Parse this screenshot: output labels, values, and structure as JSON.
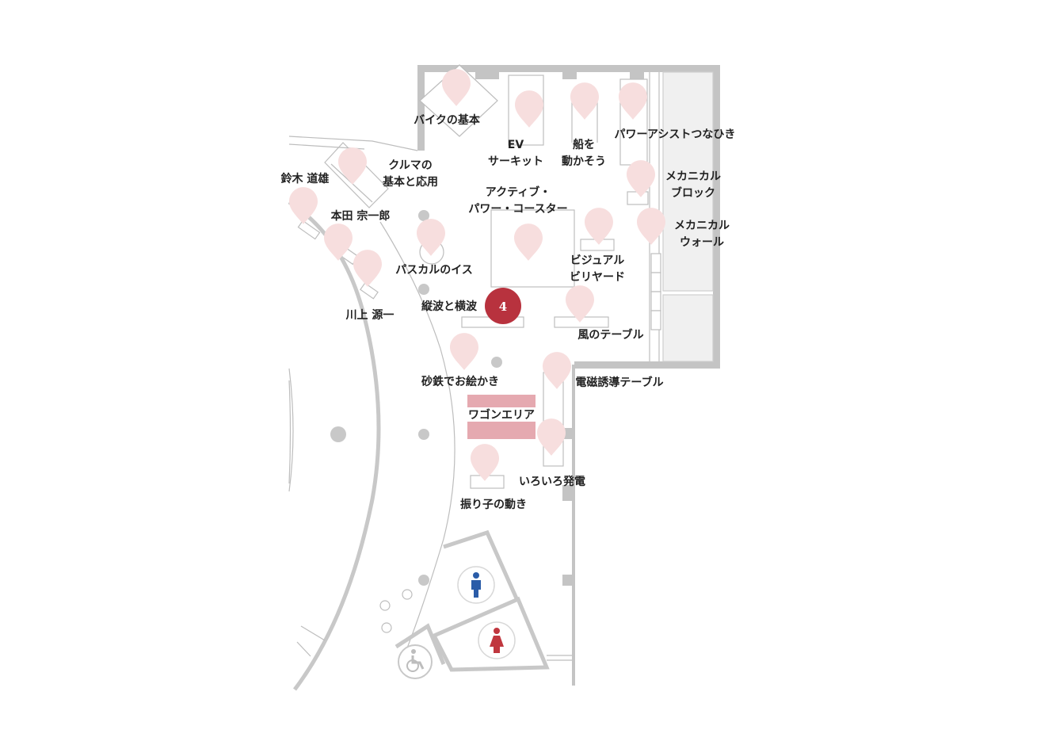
{
  "map": {
    "current_marker": "4",
    "colors": {
      "wall": "#c4c4c4",
      "line": "#bdbdbd",
      "pin": "#f7dede",
      "marker": "#b8323e",
      "wagon_area": "#e5a9b0",
      "restroom_male": "#2a5ca8",
      "restroom_female": "#c0373f"
    },
    "icons": [
      "map-pin-icon",
      "male-restroom-icon",
      "female-restroom-icon",
      "wheelchair-icon"
    ],
    "labels": {
      "bike": "バイクの基本",
      "ev_1": "EV",
      "ev_2": "サーキット",
      "ship_1": "船を",
      "ship_2": "動かそう",
      "power_assist": "パワーアシストつなひき",
      "car_1": "クルマの",
      "car_2": "基本と応用",
      "suzuki": "鈴木 道雄",
      "honda": "本田 宗一郎",
      "mech_block_1": "メカニカル",
      "mech_block_2": "ブロック",
      "coaster_1": "アクティブ・",
      "coaster_2": "パワー・コースター",
      "mech_wall_1": "メカニカル",
      "mech_wall_2": "ウォール",
      "pascal": "パスカルのイス",
      "billiard_1": "ビジュアル",
      "billiard_2": "ビリヤード",
      "kawakami": "川上 源一",
      "waves": "縦波と横波",
      "wind": "風のテーブル",
      "sand": "砂鉄でお絵かき",
      "em_table": "電磁誘導テーブル",
      "wagon": "ワゴンエリア",
      "power_gen": "いろいろ発電",
      "pendulum": "振り子の動き"
    }
  }
}
